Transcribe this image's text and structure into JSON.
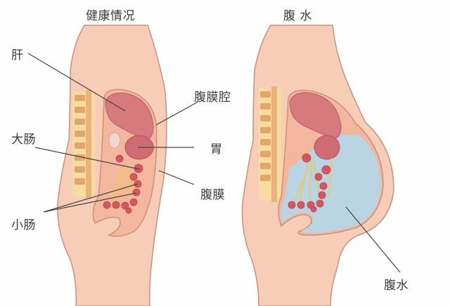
{
  "titles": {
    "healthy": "健康情况",
    "ascites": "腹 水"
  },
  "labels": {
    "liver": "肝",
    "peritoneal_cavity": "腹膜腔",
    "stomach": "胃",
    "large_intestine": "大肠",
    "peritoneum": "腹膜",
    "small_intestine": "小肠",
    "ascites_fluid": "腹水"
  },
  "colors": {
    "skin": "#f8cdb8",
    "skin_outline": "#c9907a",
    "liver": "#d77a7e",
    "stomach": "#cf6b72",
    "cavity": "#f3b79e",
    "spine_light": "#f6dca0",
    "spine_dark": "#e2a66a",
    "intestine": "#d8565f",
    "mesentery": "#f1c84a",
    "fluid": "#b9d5e3",
    "leader_line": "#444444",
    "text": "#3a3a3a"
  }
}
